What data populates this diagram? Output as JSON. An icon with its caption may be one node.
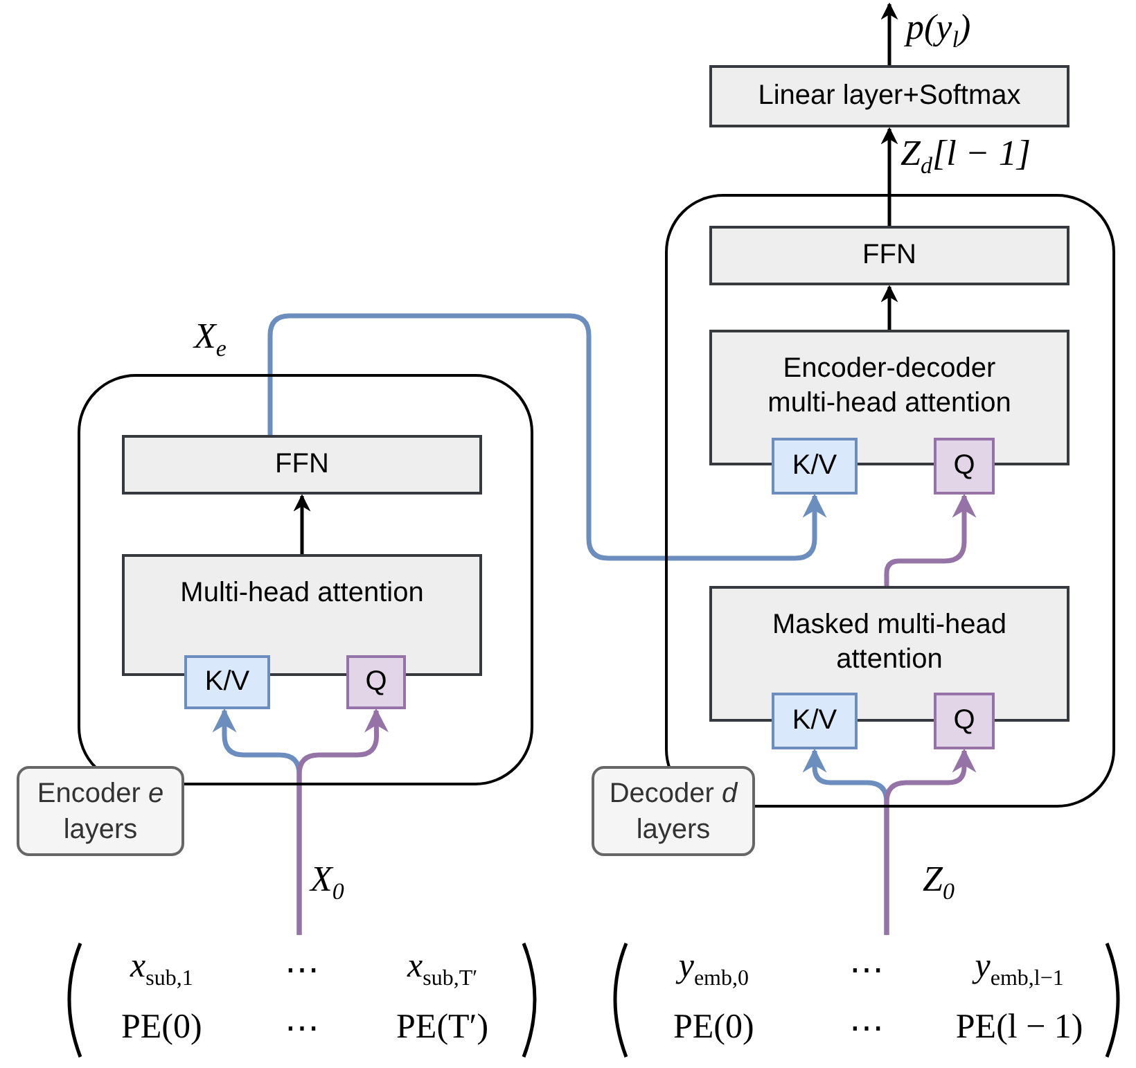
{
  "diagram": {
    "nodes": [
      {
        "text": [],
        "shape": "box"
      },
      {
        "text": [
          "FFN"
        ],
        "in": 0
      },
      {
        "text": [
          "Multi-head attention"
        ],
        "in": 0
      },
      {
        "text": [
          "K/V"
        ],
        "in": 0
      },
      {
        "text": [
          "Q"
        ],
        "in": 0
      },
      {
        "text": [
          "Encoder *e* layers"
        ]
      },
      {
        "text": [
          "*x*$_{sub,1}$",
          "⋯",
          "*x*$_{sub,T′}$",
          "PE(0)",
          "⋯",
          "PE(T′)"
        ]
      },
      {
        "text": [],
        "shape": "box"
      },
      {
        "text": [
          "FFN"
        ],
        "in": 7
      },
      {
        "text": [
          "Encoder-decoder multi-head attention"
        ],
        "in": 7
      },
      {
        "text": [
          "K/V"
        ],
        "in": 7
      },
      {
        "text": [
          "Q"
        ],
        "in": 7
      },
      {
        "text": [
          "Masked multi-head attention"
        ],
        "in": 7
      },
      {
        "text": [
          "K/V"
        ],
        "in": 7
      },
      {
        "text": [
          "Q"
        ],
        "in": 7
      },
      {
        "text": [
          "Decoder *d* layers"
        ]
      },
      {
        "text": [
          "*y*$_{emb,0}$",
          "⋯",
          "*y*$_{emb,l−1}$",
          "PE(0)",
          "⋯",
          "PE(l − 1)"
        ]
      },
      {
        "text": [
          "Linear layer+Softmax"
        ]
      },
      {
        "text": [
          "p(y$_{l}$)"
        ]
      }
    ],
    "edges": [
      {
        "from": 6,
        "to": 3,
        "arrow": "to",
        "color": "#6c8ebf"
      },
      {
        "from": 6,
        "to": 4,
        "arrow": "to",
        "color": "#9673a6"
      },
      {
        "from": 2,
        "to": 1,
        "arrow": "to"
      },
      {
        "from": 1,
        "to": 10,
        "arrow": "to",
        "color": "#6c8ebf"
      },
      {
        "from": 16,
        "to": 13,
        "arrow": "to",
        "color": "#6c8ebf"
      },
      {
        "from": 16,
        "to": 14,
        "arrow": "to",
        "color": "#9673a6"
      },
      {
        "from": 12,
        "to": 11,
        "arrow": "to",
        "color": "#9673a6"
      },
      {
        "from": 9,
        "to": 8,
        "arrow": "to"
      },
      {
        "from": 8,
        "to": 17,
        "arrow": "to"
      },
      {
        "from": 17,
        "to": 18,
        "arrow": "to"
      }
    ],
    "labels": [
      "Z$_{d}$[l − 1]",
      "X$_{e}$",
      "X$_{0}$",
      "Z$_{0}$"
    ]
  }
}
